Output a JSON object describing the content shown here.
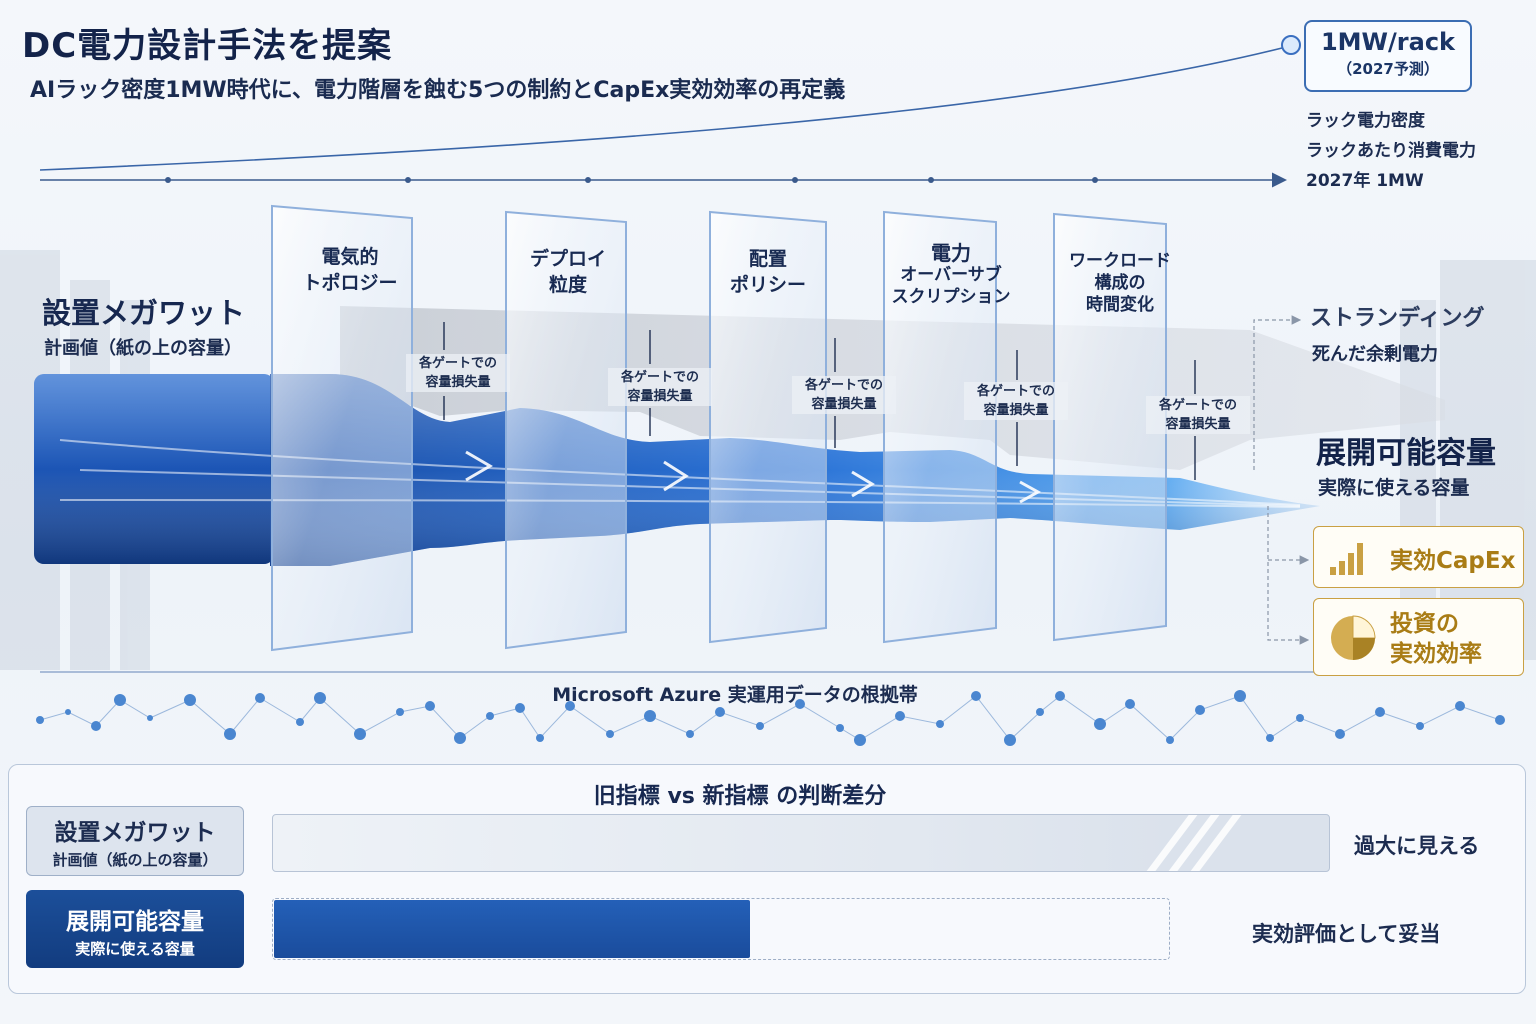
{
  "header": {
    "title": "DC電力設計手法を提案",
    "subtitle": "AIラック密度1MW時代に、電力階層を蝕む5つの制約とCapEx実効効率の再定義"
  },
  "projection": {
    "value": "1MW/rack",
    "note": "（2027予測）",
    "lines": [
      "ラック電力密度",
      "ラックあたり消費電力",
      "2027年 1MW"
    ]
  },
  "source": {
    "title": "設置メガワット",
    "subtitle": "計画値（紙の上の容量）"
  },
  "gates": [
    {
      "lines": [
        "電気的",
        "トポロジー"
      ]
    },
    {
      "lines": [
        "デプロイ",
        "粒度"
      ]
    },
    {
      "lines": [
        "配置",
        "ポリシー"
      ]
    },
    {
      "lines": [
        "電力",
        "オーバーサブ",
        "スクリプション"
      ]
    },
    {
      "lines": [
        "ワークロード",
        "構成の",
        "時間変化"
      ]
    }
  ],
  "loss_label": [
    "各ゲートでの",
    "容量損失量"
  ],
  "stranding": {
    "title": "ストランディング",
    "subtitle": "死んだ余剰電力"
  },
  "deployable": {
    "title": "展開可能容量",
    "subtitle": "実際に使える容量"
  },
  "outcomes": [
    {
      "label": "実効CapEx",
      "icon": "bar-chart-icon"
    },
    {
      "lines": [
        "投資の",
        "実効効率"
      ],
      "icon": "pie-chart-icon"
    }
  ],
  "evidence": "Microsoft Azure 実運用データの根拠帯",
  "comparison": {
    "title": "旧指標 vs 新指標 の判断差分",
    "old": {
      "title": "設置メガワット",
      "subtitle": "計画値（紙の上の容量）",
      "verdict": "過大に見える",
      "share": 1.0
    },
    "new": {
      "title": "展開可能容量",
      "subtitle": "実際に使える容量",
      "verdict": "実効評価として妥当",
      "share": 0.45
    }
  },
  "colors": {
    "navy": "#13234a",
    "flow_blue": "#1f5fc4",
    "gold": "#c9a043",
    "stranding_gray": "#c9ced6"
  }
}
